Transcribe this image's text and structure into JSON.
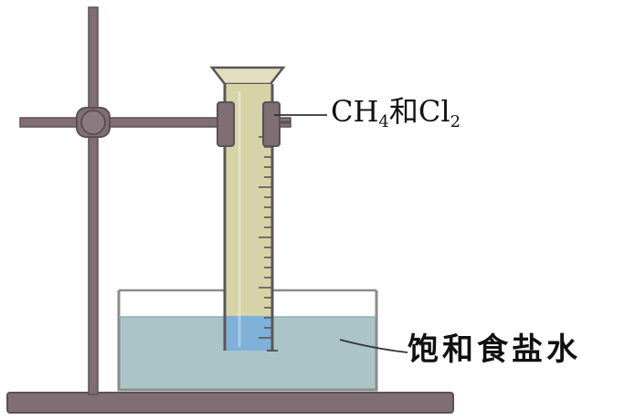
{
  "labels": {
    "gas": {
      "formula1": "CH",
      "sub1": "4",
      "connector": "和",
      "formula2": "Cl",
      "sub2": "2"
    },
    "liquid": "饱和食盐水"
  },
  "colors": {
    "stand": "#7f6f74",
    "stand_dark": "#5d5055",
    "cylinder_gas": "#d6d3a8",
    "cylinder_edge": "#5b5658",
    "water": "#aac4c7",
    "water_in_cylinder": "#7fb0d8",
    "trough_edge": "#8e8b8d",
    "scale": "#5b5658"
  }
}
